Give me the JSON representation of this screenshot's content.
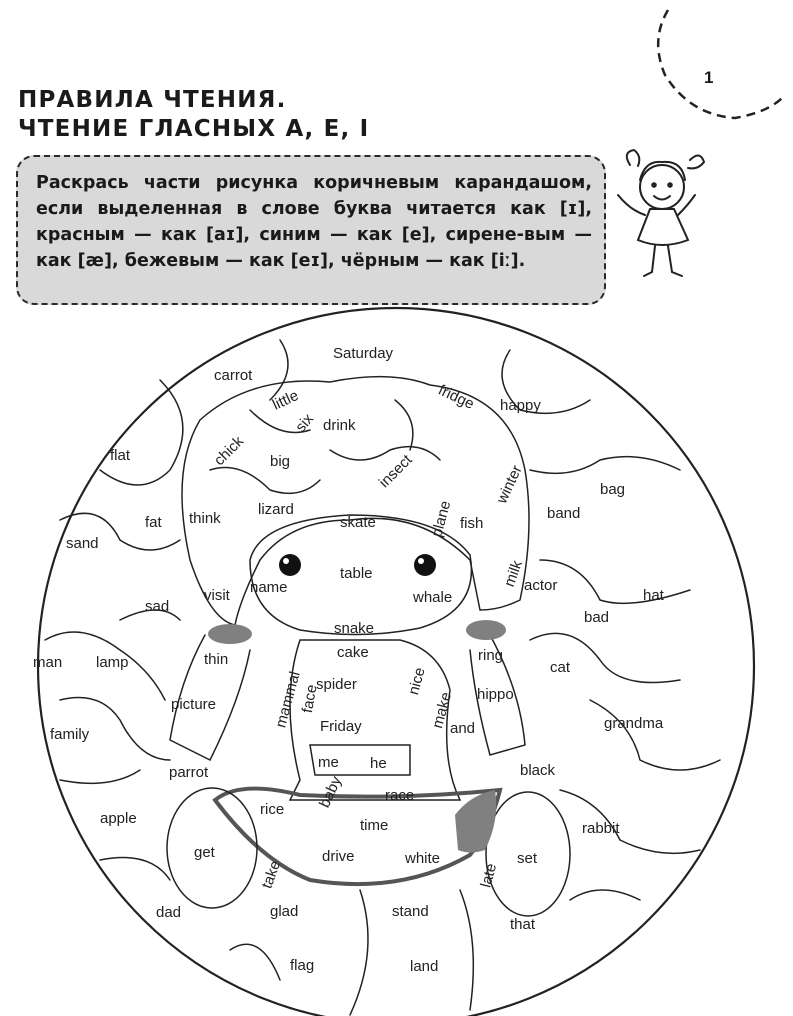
{
  "page_number": "1",
  "title_line1": "ПРАВИЛА ЧТЕНИЯ.",
  "title_line2": "ЧТЕНИЕ ГЛАСНЫХ А, E, I",
  "task": "Раскрась части рисунка коричневым карандашом, если выделенная в слове буква читается как [ɪ], красным — как [aɪ], синим — как [e], сирене-вым — как [æ], бежевым — как [eɪ], чёрным — как [iː].",
  "words": {
    "saturday": "Saturday",
    "carrot": "carrot",
    "happy": "happy",
    "flat": "flat",
    "little": "little",
    "six": "six",
    "drink": "drink",
    "chick": "chick",
    "fridge": "fridge",
    "big": "big",
    "insect": "insect",
    "winter": "winter",
    "bag": "bag",
    "plane": "plane",
    "fat": "fat",
    "think": "think",
    "lizard": "lizard",
    "skate": "skate",
    "fish": "fish",
    "band": "band",
    "sand": "sand",
    "milk": "milk",
    "table": "table",
    "name": "name",
    "visit": "visit",
    "whale": "whale",
    "actor": "actor",
    "sad": "sad",
    "hat": "hat",
    "snake": "snake",
    "bad": "bad",
    "man": "man",
    "lamp": "lamp",
    "thin": "thin",
    "cake": "cake",
    "ring": "ring",
    "cat": "cat",
    "spider": "spider",
    "hippo": "hippo",
    "mammal": "mammal",
    "face": "face",
    "nice": "nice",
    "picture": "picture",
    "make": "make",
    "family": "family",
    "friday": "Friday",
    "and": "and",
    "grandma": "grandma",
    "me": "me",
    "he": "he",
    "parrot": "parrot",
    "black": "black",
    "baby": "baby",
    "race": "race",
    "apple": "apple",
    "rice": "rice",
    "time": "time",
    "rabbit": "rabbit",
    "get": "get",
    "drive": "drive",
    "white": "white",
    "set": "set",
    "take": "take",
    "late": "late",
    "dad": "dad",
    "glad": "glad",
    "stand": "stand",
    "that": "that",
    "flag": "flag",
    "land": "land"
  }
}
